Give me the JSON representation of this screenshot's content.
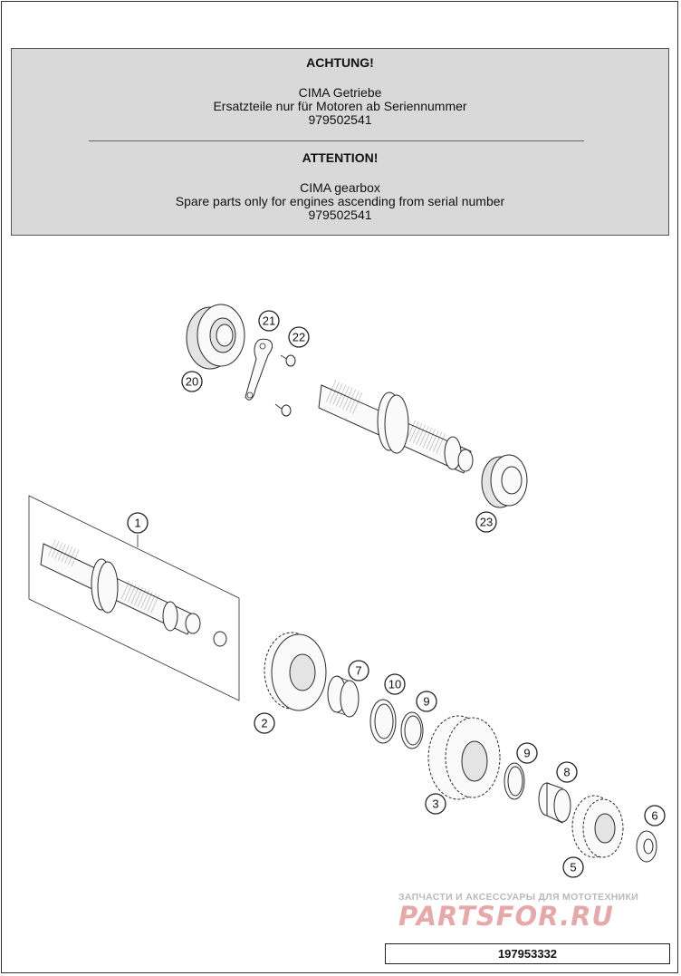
{
  "notice": {
    "de_heading": "ACHTUNG!",
    "de_line1": "CIMA Getriebe",
    "de_line2": "Ersatzteile nur für Motoren ab Seriennummer",
    "de_line3": "979502541",
    "en_heading": "ATTENTION!",
    "en_line1": "CIMA gearbox",
    "en_line2": "Spare parts only for engines ascending from serial number",
    "en_line3": "979502541"
  },
  "callouts": {
    "c1": "1",
    "c2": "2",
    "c3": "3",
    "c5": "5",
    "c6": "6",
    "c7": "7",
    "c8": "8",
    "c9a": "9",
    "c9b": "9",
    "c10": "10",
    "c20": "20",
    "c21": "21",
    "c22": "22",
    "c23": "23"
  },
  "watermark": {
    "tagline": "ЗАПЧАСТИ И АКСЕССУАРЫ ДЛЯ МОТОТЕХНИКИ",
    "logo": "PARTSFOR.RU"
  },
  "drawing_number": "197953332"
}
